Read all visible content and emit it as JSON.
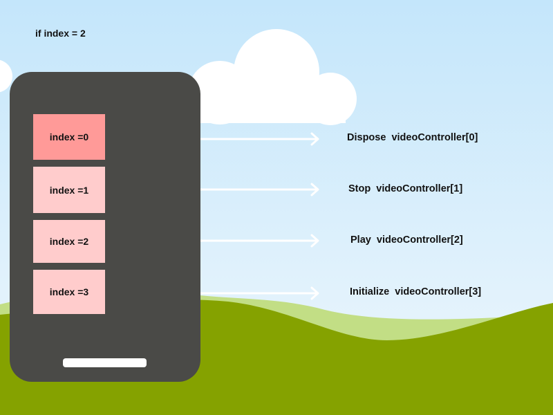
{
  "caption": "if index = 2",
  "colors": {
    "sky_top": "#c4e6fb",
    "sky_bottom": "#e9f5fc",
    "cloud": "#ffffff",
    "hill_light": "#c2de85",
    "hill_dark": "#85a200",
    "phone": "#4a4a47",
    "active_slot": "#ff9a98",
    "slot": "#ffcccc",
    "arrow": "#ffffff"
  },
  "slots": [
    {
      "label": "index =0",
      "active": true
    },
    {
      "label": "index =1",
      "active": false
    },
    {
      "label": "index =2",
      "active": false
    },
    {
      "label": "index =3",
      "active": false
    }
  ],
  "actions": [
    {
      "label": "Dispose  videoController[0]"
    },
    {
      "label": "Stop  videoController[1]"
    },
    {
      "label": "Play  videoController[2]"
    },
    {
      "label": "Initialize  videoController[3]"
    }
  ]
}
